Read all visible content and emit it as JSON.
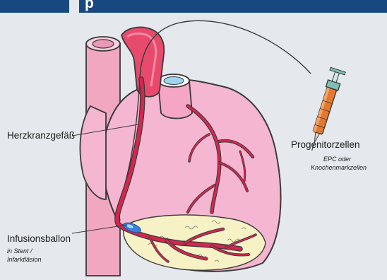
{
  "header": {
    "title_fragment": "p"
  },
  "labels": {
    "coronary_vessel": "Herzkranzgefäß",
    "progenitor_cells": "Progenitorzellen",
    "progenitor_sub_line1": "EPC oder",
    "progenitor_sub_line2": "Knochenmarkzellen",
    "infusion_balloon": "Infusionsballon",
    "balloon_sub_line1": "in Stent /",
    "balloon_sub_line2": "Infarktläsion"
  },
  "colors": {
    "background": "#e5e8ec",
    "header_bar": "#17497f",
    "heart_fill": "#f4b6d0",
    "heart_outline": "#3a3a3a",
    "aorta_red": "#e84a6e",
    "vessel_red": "#d4264f",
    "infarct_zone": "#f6f2c6",
    "balloon_blue": "#3a7fd9",
    "syringe_orange": "#e5782f"
  }
}
